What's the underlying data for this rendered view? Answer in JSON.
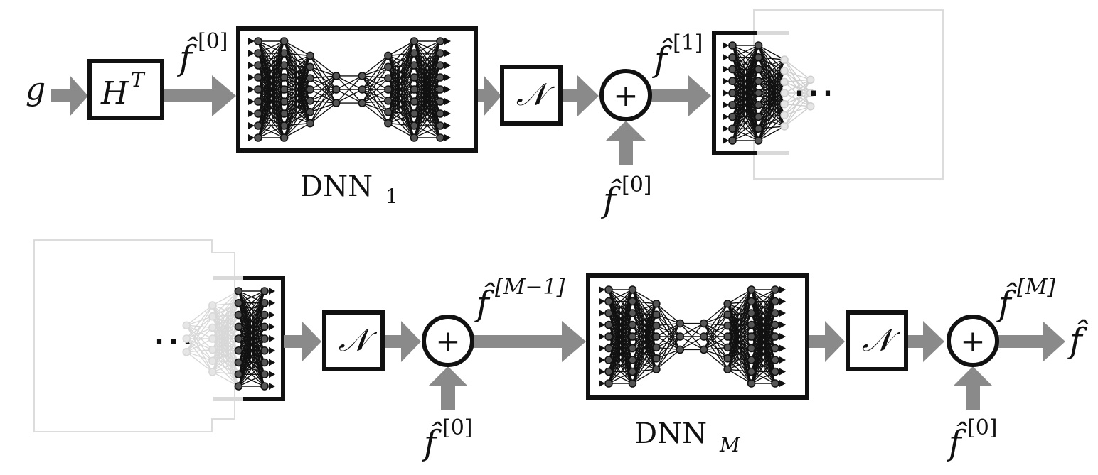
{
  "input_label": "g",
  "output_label": "f̂",
  "top": {
    "transpose_block": {
      "base": "H",
      "sup": "T"
    },
    "f0_label": {
      "base": "f̂",
      "sup": "[0]"
    },
    "dnn1_label": {
      "base": "DNN",
      "sub": "1"
    },
    "norm1": "𝒩",
    "plus1": "+",
    "skip1_label": {
      "base": "f̂",
      "sup": "[0]"
    },
    "f1_label": {
      "base": "f̂",
      "sup": "[1]"
    },
    "ellipsis": "⋯"
  },
  "bottom": {
    "ellipsis": "⋯",
    "norm_a": "𝒩",
    "plus_a": "+",
    "skip_a_label": {
      "base": "f̂",
      "sup": "[0]"
    },
    "fm1_label": {
      "base": "f̂",
      "sup": "[M−1]"
    },
    "dnnm_label": {
      "base": "DNN",
      "sub": "M"
    },
    "norm_b": "𝒩",
    "plus_b": "+",
    "skip_b_label": {
      "base": "f̂",
      "sup": "[0]"
    },
    "fm_label": {
      "base": "f̂",
      "sup": "[M]"
    }
  },
  "colors": {
    "arrow": "#8a8a8a",
    "block_stroke": "#111111",
    "faded": "#d6d6d6"
  }
}
